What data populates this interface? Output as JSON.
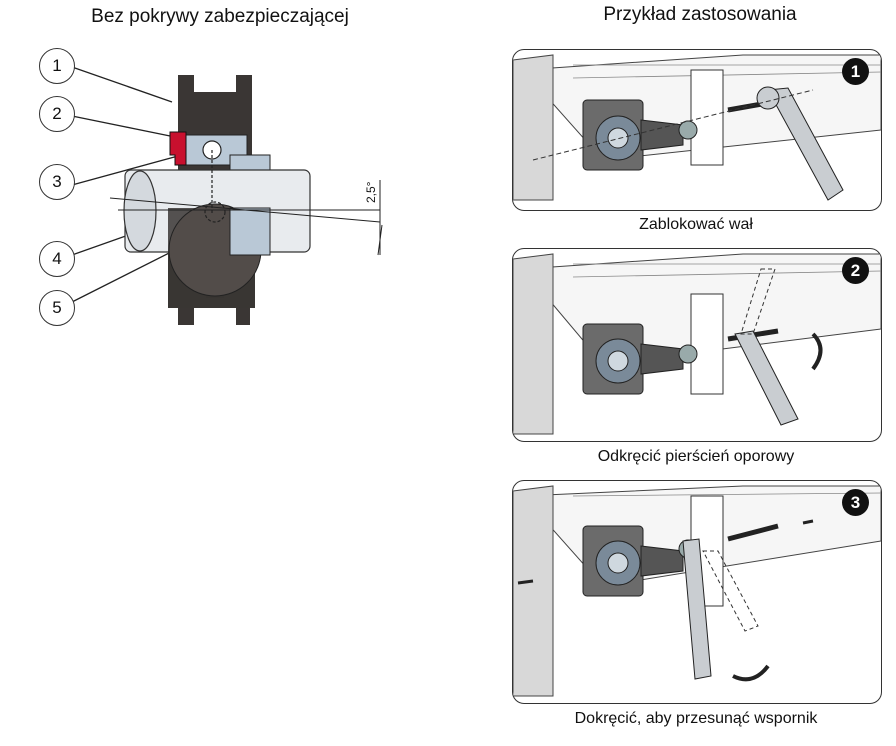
{
  "left": {
    "title": "Bez pokrywy zabezpieczającej",
    "callouts": [
      "1",
      "2",
      "3",
      "4",
      "5"
    ],
    "angle_label": "2,5°"
  },
  "right": {
    "title": "Przykład zastosowania",
    "steps": [
      {
        "number": "1",
        "caption": "Zablokować wał"
      },
      {
        "number": "2",
        "caption": "Odkręcić pierścień oporowy"
      },
      {
        "number": "3",
        "caption": "Dokręcić, aby przesunąć wspornik"
      }
    ]
  },
  "colors": {
    "housing": "#3a3634",
    "bearing_blue": "#b9c8d6",
    "seal_red": "#c8102e"
  }
}
